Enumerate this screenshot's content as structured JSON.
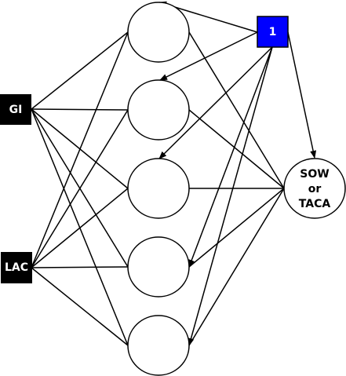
{
  "inputs": {
    "gi": {
      "label": "GI",
      "fill": "#000000",
      "text_color": "#ffffff"
    },
    "lac": {
      "label": "LAC",
      "fill": "#000000",
      "text_color": "#ffffff"
    },
    "bias": {
      "label": "1",
      "fill": "#0000ff",
      "border": "#000000",
      "text_color": "#ffffff"
    }
  },
  "hidden_layer": {
    "count": 5,
    "fill": "#ffffff",
    "border": "#000000"
  },
  "output": {
    "label_lines": [
      "SOW",
      "or",
      "TACA"
    ],
    "fill": "#ffffff",
    "border": "#000000"
  },
  "edge_color": "#000000"
}
